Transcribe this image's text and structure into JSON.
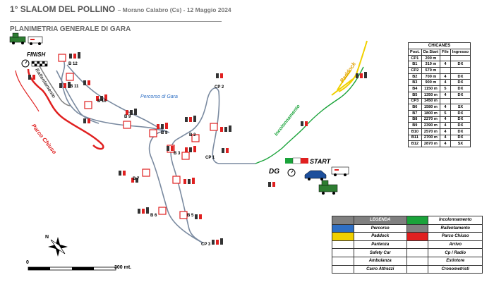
{
  "header": {
    "title": "1° SLALOM DEL POLLINO",
    "subtitle_detail": "– Morano Calabro (Cs) - 12 Maggio 2024",
    "section": "PLANIMETRIA GENERALE DI GARA"
  },
  "map_labels": {
    "finish": "FINISH",
    "start": "START",
    "dg": "DG",
    "percorso": "Percorso di Gara",
    "parco_chiuso": "Parco Chiuso",
    "rallentamento": "Rallentamento",
    "incolonnamento": "Incolonnamento",
    "paddock": "Paddock",
    "cp1": "CP 1",
    "cp2": "CP 2",
    "cp3": "CP 3",
    "b12": "B 12",
    "b11": "B 11",
    "b10": "B 10",
    "b9": "B 9",
    "b8": "B 8",
    "b7": "B 7",
    "b6": "B 6",
    "b5": "B 5",
    "b3": "B 3",
    "b2": "B 2",
    "north": "N"
  },
  "scale": {
    "start": "0",
    "end": "300 mt."
  },
  "chicanes": {
    "caption": "CHICANES",
    "headers": [
      "Post.",
      "Da Start",
      "File",
      "Ingresso"
    ],
    "rows": [
      [
        "CP1",
        "200 m",
        "",
        ""
      ],
      [
        "B1",
        "310 m",
        "4",
        "DX"
      ],
      [
        "CP2",
        "570 m",
        "",
        ""
      ],
      [
        "B2",
        "700 m",
        "4",
        "DX"
      ],
      [
        "B3",
        "900 m",
        "4",
        "DX"
      ],
      [
        "B4",
        "1150 m",
        "5",
        "DX"
      ],
      [
        "B5",
        "1350 m",
        "4",
        "DX"
      ],
      [
        "CP3",
        "1450 m",
        "",
        ""
      ],
      [
        "B6",
        "1580 m",
        "4",
        "SX"
      ],
      [
        "B7",
        "1800 m",
        "5",
        "DX"
      ],
      [
        "B8",
        "2270 m",
        "4",
        "DX"
      ],
      [
        "B9",
        "2390 m",
        "4",
        "DX"
      ],
      [
        "B10",
        "2570 m",
        "4",
        "DX"
      ],
      [
        "B11",
        "2700 m",
        "4",
        "DX"
      ],
      [
        "B12",
        "2870 m",
        "4",
        "SX"
      ]
    ]
  },
  "legend": {
    "title": "LEGENDA",
    "rows": [
      {
        "left": "LEGENDA",
        "right": "Incolonnamento",
        "lcolor": "#808080",
        "rcolor": "#1aa33a"
      },
      {
        "left": "Percorso",
        "right": "Rallentamento",
        "lcolor": "#2e6fc4",
        "rcolor": "#808080"
      },
      {
        "left": "Paddock",
        "right": "Parco Chiuso",
        "lcolor": "#f0d000",
        "rcolor": "#e02020"
      },
      {
        "left": "Partenza",
        "right": "Arrivo"
      },
      {
        "left": "Safety Car",
        "right": "Cp / Radio"
      },
      {
        "left": "Ambulanza",
        "right": "Estintore"
      },
      {
        "left": "Carro Attrezzi",
        "right": "Cronometristi"
      }
    ]
  },
  "colors": {
    "percorso": "#2e6fc4",
    "incolonnamento": "#1aa33a",
    "paddock": "#f0d000",
    "parco_chiuso": "#e02020",
    "rallentamento": "#808080",
    "chicane_box": "#e02020"
  }
}
